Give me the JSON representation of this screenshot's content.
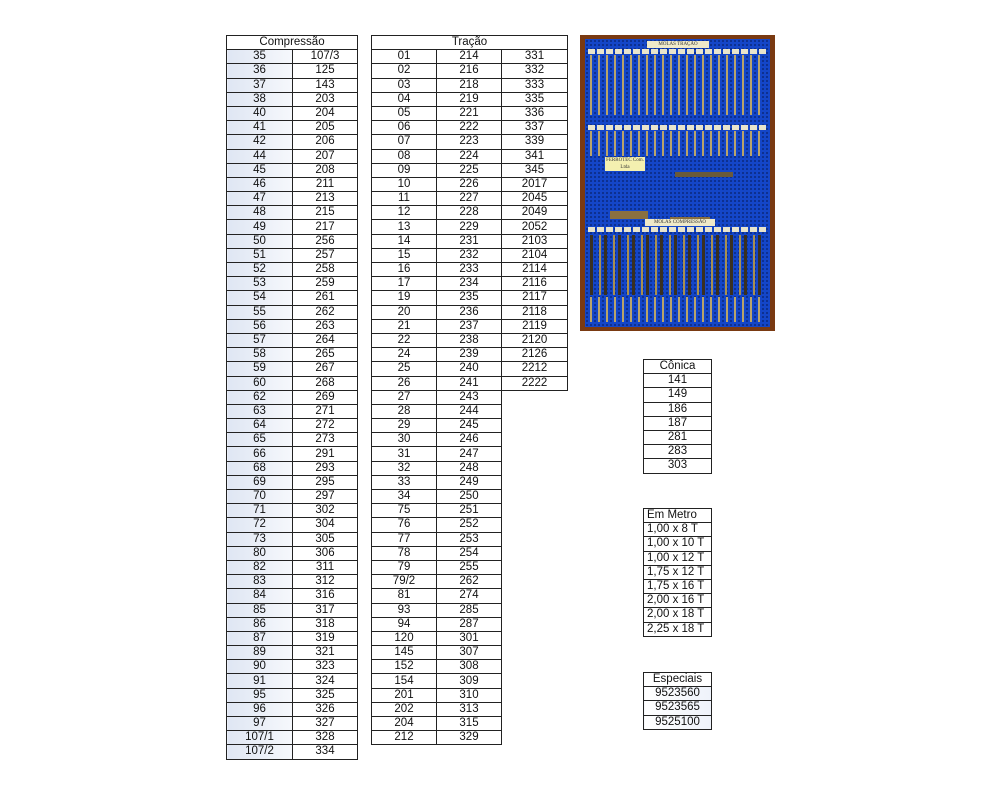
{
  "compressao": {
    "title": "Compressão",
    "col1": [
      "35",
      "36",
      "37",
      "38",
      "40",
      "41",
      "42",
      "44",
      "45",
      "46",
      "47",
      "48",
      "49",
      "50",
      "51",
      "52",
      "53",
      "54",
      "55",
      "56",
      "57",
      "58",
      "59",
      "60",
      "62",
      "63",
      "64",
      "65",
      "66",
      "68",
      "69",
      "70",
      "71",
      "72",
      "73",
      "80",
      "82",
      "83",
      "84",
      "85",
      "86",
      "87",
      "89",
      "90",
      "91",
      "95",
      "96",
      "97",
      "107/1",
      "107/2"
    ],
    "col2": [
      "107/3",
      "125",
      "143",
      "203",
      "204",
      "205",
      "206",
      "207",
      "208",
      "211",
      "213",
      "215",
      "217",
      "256",
      "257",
      "258",
      "259",
      "261",
      "262",
      "263",
      "264",
      "265",
      "267",
      "268",
      "269",
      "271",
      "272",
      "273",
      "291",
      "293",
      "295",
      "297",
      "302",
      "304",
      "305",
      "306",
      "311",
      "312",
      "316",
      "317",
      "318",
      "319",
      "321",
      "323",
      "324",
      "325",
      "326",
      "327",
      "328",
      "334"
    ]
  },
  "tracao": {
    "title": "Tração",
    "col1": [
      "01",
      "02",
      "03",
      "04",
      "05",
      "06",
      "07",
      "08",
      "09",
      "10",
      "11",
      "12",
      "13",
      "14",
      "15",
      "16",
      "17",
      "19",
      "20",
      "21",
      "22",
      "24",
      "25",
      "26",
      "27",
      "28",
      "29",
      "30",
      "31",
      "32",
      "33",
      "34",
      "75",
      "76",
      "77",
      "78",
      "79",
      "79/2",
      "81",
      "93",
      "94",
      "120",
      "145",
      "152",
      "154",
      "201",
      "202",
      "204",
      "212"
    ],
    "col2": [
      "214",
      "216",
      "218",
      "219",
      "221",
      "222",
      "223",
      "224",
      "225",
      "226",
      "227",
      "228",
      "229",
      "231",
      "232",
      "233",
      "234",
      "235",
      "236",
      "237",
      "238",
      "239",
      "240",
      "241",
      "243",
      "244",
      "245",
      "246",
      "247",
      "248",
      "249",
      "250",
      "251",
      "252",
      "253",
      "254",
      "255",
      "262",
      "274",
      "285",
      "287",
      "301",
      "307",
      "308",
      "309",
      "310",
      "313",
      "315",
      "329"
    ],
    "col3": [
      "331",
      "332",
      "333",
      "335",
      "336",
      "337",
      "339",
      "341",
      "345",
      "2017",
      "2045",
      "2049",
      "2052",
      "2103",
      "2104",
      "2114",
      "2116",
      "2117",
      "2118",
      "2119",
      "2120",
      "2126",
      "2212",
      "2222"
    ]
  },
  "conica": {
    "title": "Cônica",
    "items": [
      "141",
      "149",
      "186",
      "187",
      "281",
      "283",
      "303"
    ]
  },
  "em_metro": {
    "title": "Em Metro",
    "items": [
      "1,00 x 8 T",
      "1,00 x 10 T",
      "1,00 x 12 T",
      "1,75 x 12 T",
      "1,75 x 16 T",
      "2,00 x 16 T",
      "2,00 x 18 T",
      "2,25 x 18 T"
    ]
  },
  "especiais": {
    "title": "Especiais",
    "items": [
      "9523560",
      "9523565",
      "9525100"
    ]
  },
  "photo": {
    "labels": [
      "MOLAS TRAÇÃO",
      "FERROTEC Com. Ltda",
      "MOLAS COMPRESSÃO"
    ]
  }
}
